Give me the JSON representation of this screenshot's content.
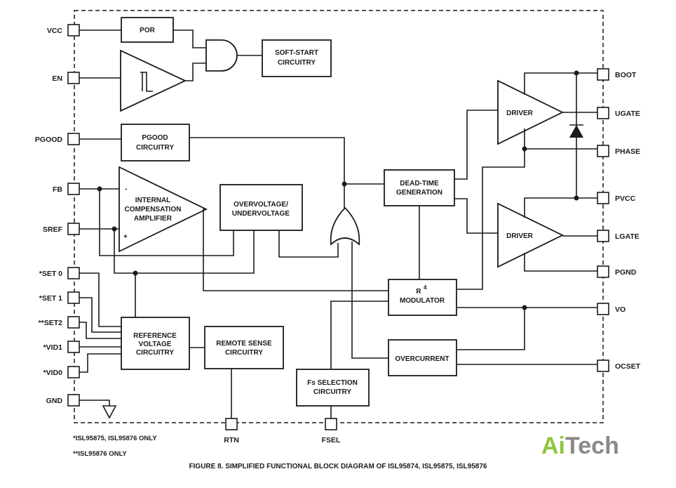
{
  "pins_left": [
    "VCC",
    "EN",
    "PGOOD",
    "FB",
    "SREF",
    "*SET 0",
    "*SET 1",
    "**SET2",
    "*VID1",
    "*VID0",
    "GND"
  ],
  "pins_right": [
    "BOOT",
    "UGATE",
    "PHASE",
    "PVCC",
    "LGATE",
    "PGND",
    "VO",
    "OCSET"
  ],
  "pins_bottom": [
    "RTN",
    "FSEL"
  ],
  "blocks": {
    "por": "POR",
    "soft_start": [
      "SOFT-START",
      "CIRCUITRY"
    ],
    "pgood": [
      "PGOOD",
      "CIRCUITRY"
    ],
    "amplifier": [
      "INTERNAL",
      "COMPENSATION",
      "AMPLIFIER"
    ],
    "ovuv": [
      "OVERVOLTAGE/",
      "UNDERVOLTAGE"
    ],
    "dead_time": [
      "DEAD-TIME",
      "GENERATION"
    ],
    "driver_upper": "DRIVER",
    "driver_lower": "DRIVER",
    "modulator": [
      "R",
      "4",
      "MODULATOR"
    ],
    "overcurrent": "OVERCURRENT",
    "reference": [
      "REFERENCE",
      "VOLTAGE",
      "CIRCUITRY"
    ],
    "remote_sense": [
      "REMOTE SENSE",
      "CIRCUITRY"
    ],
    "fs_selection": [
      "Fs SELECTION",
      "CIRCUITRY"
    ]
  },
  "amp_signs": {
    "minus": "-",
    "plus": "+"
  },
  "notes": [
    "*ISL95875, ISL95876 ONLY",
    "**ISL95876 ONLY"
  ],
  "caption": "FIGURE 8.  SIMPLIFIED FUNCTIONAL BLOCK DIAGRAM OF ISL95874, ISL95875, ISL95876",
  "logo": {
    "part1": "Ai",
    "part2": "Tech",
    "color1": "#8cc63f",
    "color2": "#8a8a8a"
  }
}
